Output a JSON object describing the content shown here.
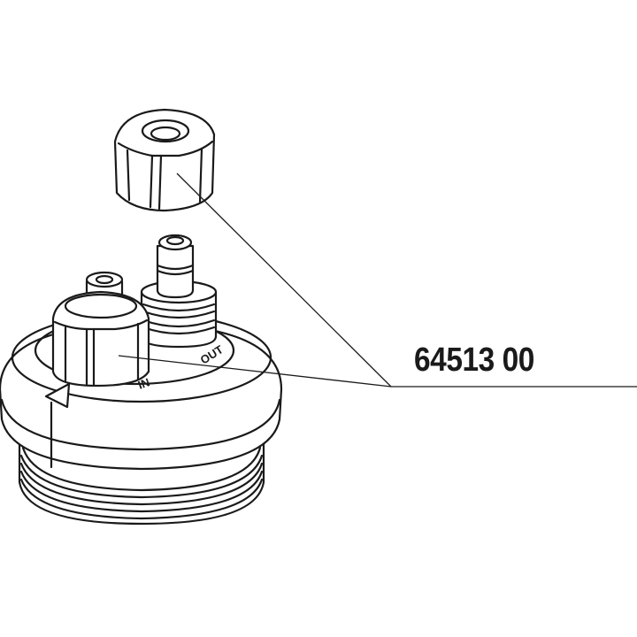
{
  "diagram": {
    "part_number": "64513 00",
    "parts": [
      {
        "name": "union-nut",
        "description": "Loose hexagonal compression nut"
      },
      {
        "name": "hose-connector-in",
        "description": "Hose connector with mounted hex nut, marked IN"
      },
      {
        "name": "hose-connector-out",
        "description": "Threaded hose connector, marked OUT"
      },
      {
        "name": "threaded-cap",
        "description": "Round threaded housing cap with arrow marking"
      }
    ],
    "markings": {
      "in_label": "IN",
      "out_label": "OUT"
    },
    "colors": {
      "line": "#1a1a1a",
      "background": "#ffffff"
    }
  }
}
